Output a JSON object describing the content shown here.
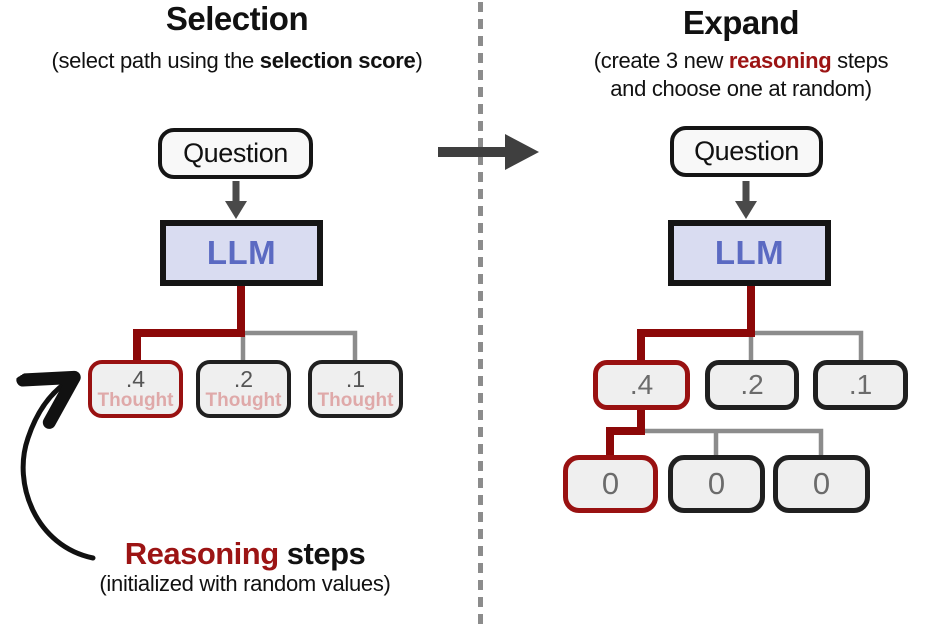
{
  "colors": {
    "accent_red": "#9c1414",
    "connector_red": "#8c0808",
    "connector_gray": "#8c8c8c",
    "node_border": "#202020",
    "node_fill": "#efefef",
    "question_fill": "#f8f8f8",
    "llm_fill": "#d9dcf1",
    "llm_text": "#5b6ac2",
    "thought_pink": "#dfa9a9",
    "value_gray": "#6b6b6b",
    "arrow_gray": "#3f3f3f"
  },
  "left": {
    "title": "Selection",
    "subtitle": {
      "prefix": "(select path using the ",
      "bold": "selection score",
      "suffix": ")"
    },
    "question": "Question",
    "llm": "LLM",
    "children": [
      {
        "value": ".4",
        "label": "Thought"
      },
      {
        "value": ".2",
        "label": "Thought"
      },
      {
        "value": ".1",
        "label": "Thought"
      }
    ],
    "annotation": {
      "highlight": "Reasoning",
      "rest": " steps",
      "note": "(initialized with random values)"
    }
  },
  "right": {
    "title": "Expand",
    "subtitle": {
      "prefix": "(create 3 new ",
      "bold": "reasoning",
      "suffix": " steps",
      "line2": "and choose one at random)"
    },
    "question": "Question",
    "llm": "LLM",
    "children": [
      {
        "value": ".4"
      },
      {
        "value": ".2"
      },
      {
        "value": ".1"
      }
    ],
    "grandchildren": [
      {
        "value": "0"
      },
      {
        "value": "0"
      },
      {
        "value": "0"
      }
    ]
  }
}
